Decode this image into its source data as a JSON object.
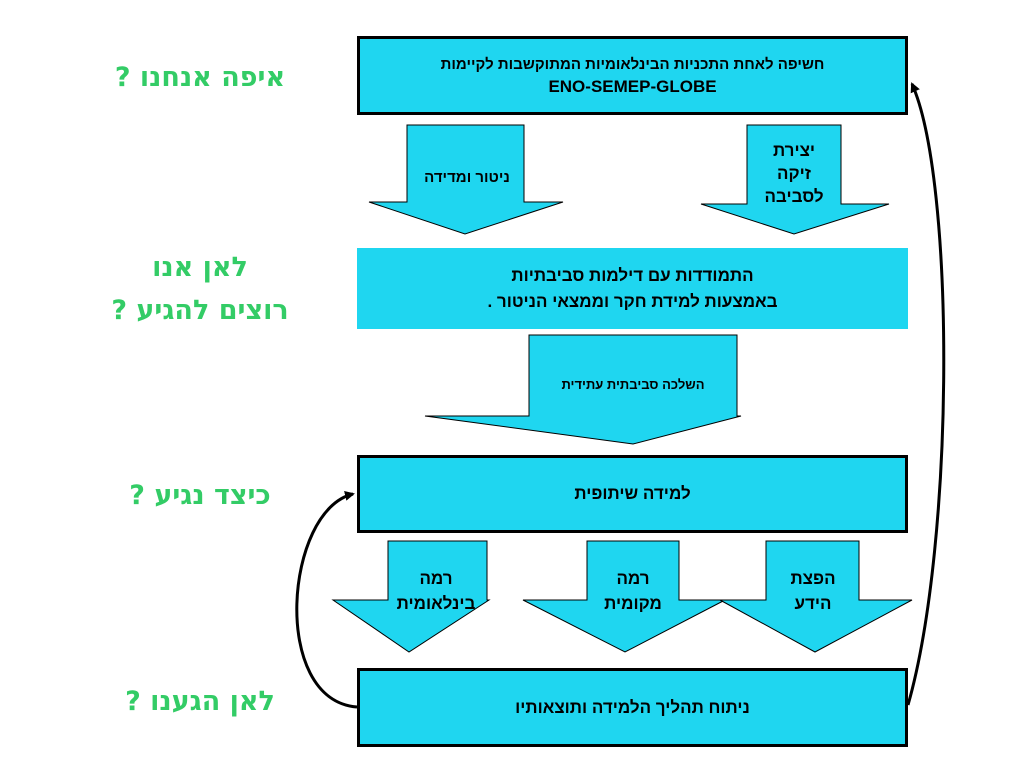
{
  "questions": {
    "where_are_we": "איפה אנחנו ?",
    "where_to_line1": "לאן אנו",
    "where_to_line2": "רוצים להגיע ?",
    "how_to_get": "כיצד נגיע ?",
    "where_did_we_get": "לאן הגענו ?"
  },
  "boxes": {
    "exposure_line1": "חשיפה לאחת התכניות הבינלאומיות המתוקשבות לקיימות",
    "exposure_line2": "ENO-SEMEP-GLOBE",
    "dilemmas_line1": "התמודדות עם דילמות סביבתיות",
    "dilemmas_line2": "באמצעות למידת חקר וממצאי הניטור .",
    "collaborative": "למידה שיתופית",
    "analysis": "ניתוח תהליך הלמידה  ותוצאותיו"
  },
  "arrows": {
    "monitoring": "ניטור ומדידה",
    "bond_line1": "יצירת",
    "bond_line2": "זיקה",
    "bond_line3": "לסביבה",
    "future_implication": "השלכה סביבתית עתידית",
    "international_line1": "רמה",
    "international_line2": "בינלאומית",
    "local_line1": "רמה",
    "local_line2": "מקומית",
    "dissemination_line1": "הפצת",
    "dissemination_line2": "הידע"
  },
  "colors": {
    "box_fill": "#1fd6f0",
    "question_text": "#33cc66",
    "outline": "#000000"
  }
}
